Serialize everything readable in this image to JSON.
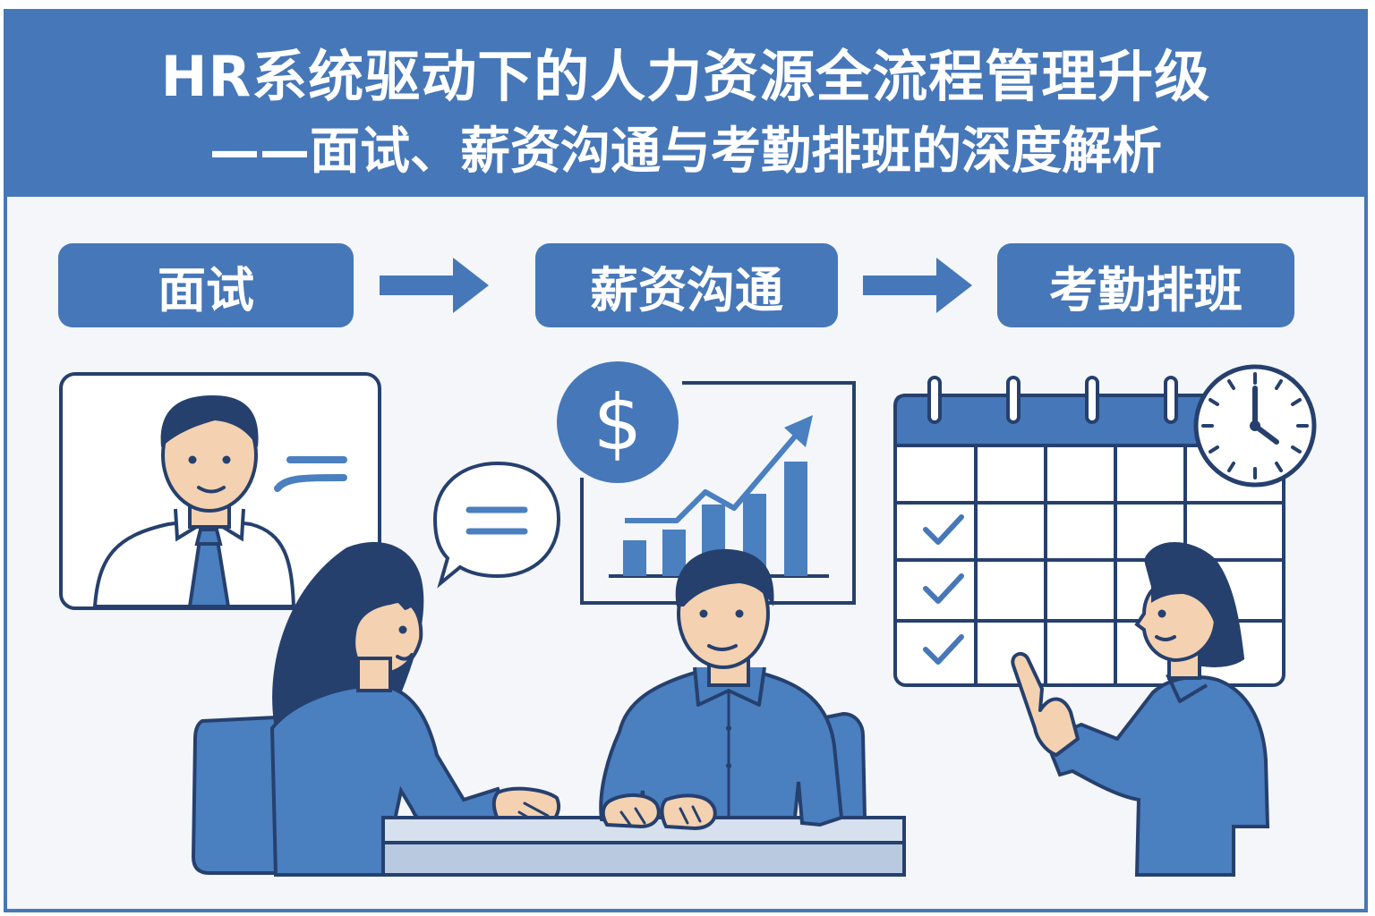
{
  "header": {
    "title": "HR系统驱动下的人力资源全流程管理升级",
    "subtitle": "——面试、薪资沟通与考勤排班的深度解析"
  },
  "steps": [
    {
      "label": "面试"
    },
    {
      "label": "薪资沟通"
    },
    {
      "label": "考勤排班"
    }
  ],
  "icons": {
    "dollar": "$",
    "names": [
      "arrow-right-icon",
      "dollar-icon",
      "growth-chart-icon",
      "calendar-icon",
      "clock-icon",
      "speech-bubble-icon",
      "checkmark-icon"
    ]
  },
  "colors": {
    "primary": "#4677b8",
    "outline": "#26406e",
    "skin": "#f4d1b0",
    "background": "#f4f6f9"
  }
}
